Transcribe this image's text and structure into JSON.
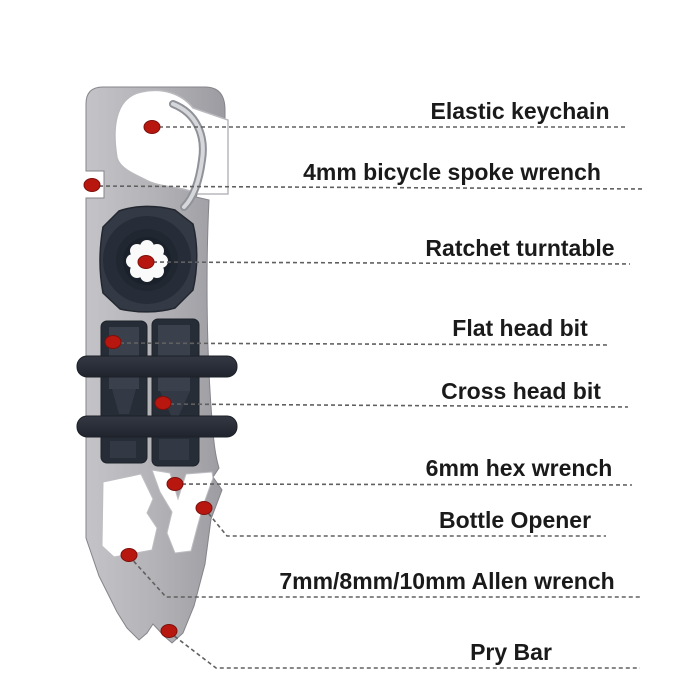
{
  "diagram": {
    "type": "product-feature-callout",
    "background_color": "#ffffff",
    "label_text_color": "#1a1a1a",
    "leader_line_color": "#606060",
    "callout_dot_color": "#b81710",
    "tool": {
      "name": "carabiner multi-tool",
      "body_color": "#b3b3b7",
      "hardware_color": "#2b313c",
      "gear_center_color": "#fafafa"
    },
    "features": [
      {
        "id": "elastic-keychain",
        "label": "Elastic keychain"
      },
      {
        "id": "spoke-wrench",
        "label": "4mm bicycle spoke wrench"
      },
      {
        "id": "ratchet-turntable",
        "label": "Ratchet turntable"
      },
      {
        "id": "flat-head-bit",
        "label": "Flat head bit"
      },
      {
        "id": "cross-head-bit",
        "label": "Cross head bit"
      },
      {
        "id": "hex-wrench",
        "label": "6mm hex wrench"
      },
      {
        "id": "bottle-opener",
        "label": "Bottle Opener"
      },
      {
        "id": "allen-wrench",
        "label": "7mm/8mm/10mm Allen wrench"
      },
      {
        "id": "pry-bar",
        "label": "Pry Bar"
      }
    ]
  }
}
